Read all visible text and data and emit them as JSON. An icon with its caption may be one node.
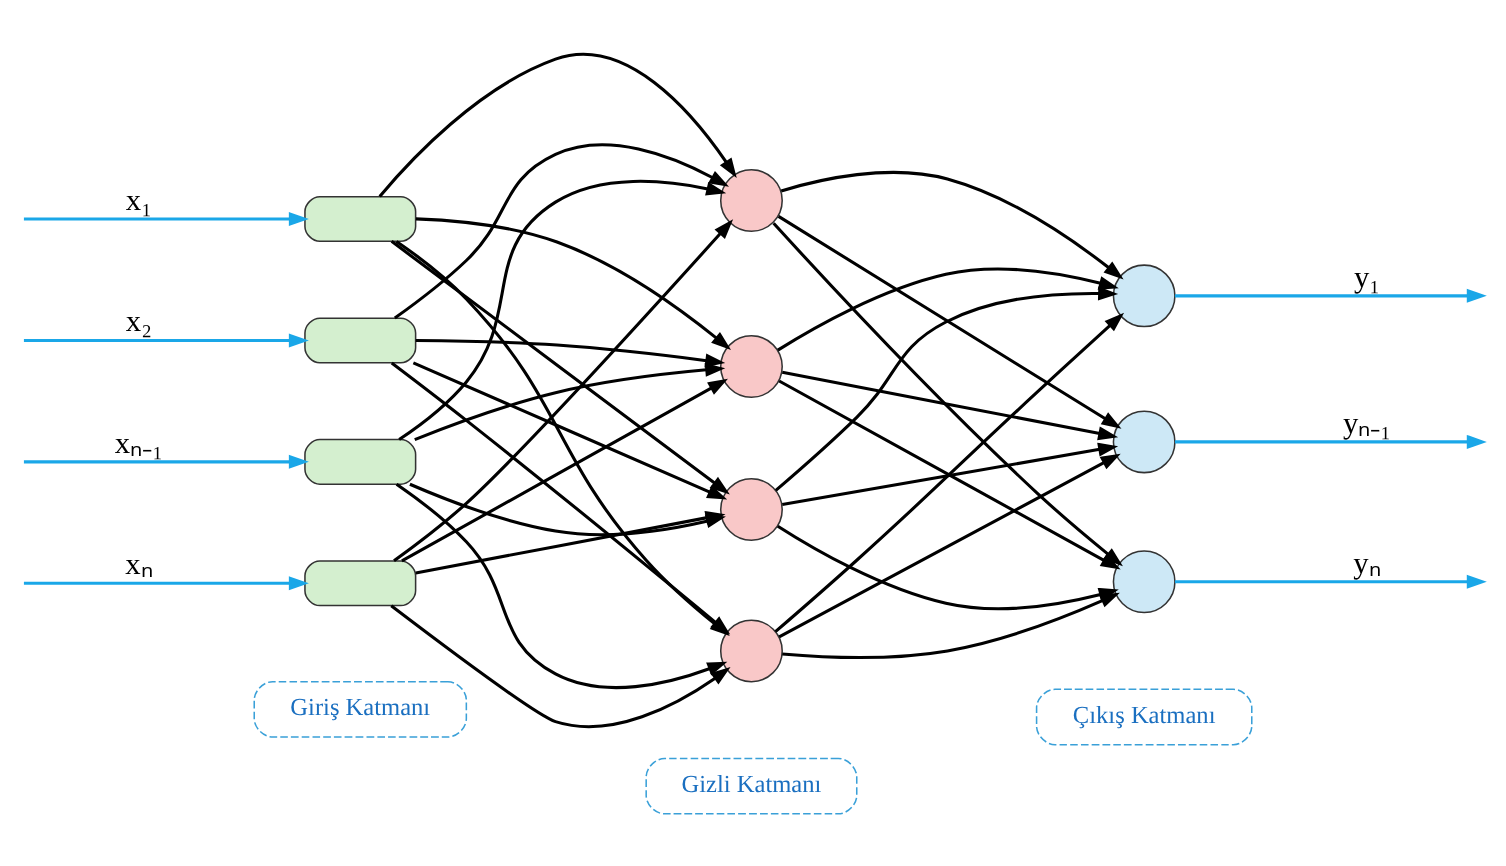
{
  "diagram": {
    "nodes": [
      {
        "text": [],
        "shape": "box"
      },
      {
        "text": [],
        "shape": "box"
      },
      {
        "text": [],
        "shape": "box"
      },
      {
        "text": [],
        "shape": "box"
      },
      {
        "text": [],
        "shape": "circle"
      },
      {
        "text": [],
        "shape": "circle"
      },
      {
        "text": [],
        "shape": "circle"
      },
      {
        "text": [],
        "shape": "circle"
      },
      {
        "text": [],
        "shape": "circle"
      },
      {
        "text": [],
        "shape": "circle"
      },
      {
        "text": [],
        "shape": "circle"
      },
      {
        "text": [
          "Giriş Katmanı"
        ]
      },
      {
        "text": [
          "Gizli Katmanı"
        ]
      },
      {
        "text": [
          "Çıkış Katmanı"
        ]
      }
    ],
    "edges": [
      {
        "from": null,
        "to": 0,
        "arrow": "to",
        "label": "x₁",
        "color": "#1aa7e8"
      },
      {
        "from": null,
        "to": 1,
        "arrow": "to",
        "label": "x₂",
        "color": "#1aa7e8"
      },
      {
        "from": null,
        "to": 2,
        "arrow": "to",
        "label": "xₙ₋₁",
        "color": "#1aa7e8"
      },
      {
        "from": null,
        "to": 3,
        "arrow": "to",
        "label": "xₙ",
        "color": "#1aa7e8"
      },
      {
        "from": 0,
        "to": 4,
        "arrow": "to"
      },
      {
        "from": 0,
        "to": 5,
        "arrow": "to"
      },
      {
        "from": 0,
        "to": 6,
        "arrow": "to"
      },
      {
        "from": 0,
        "to": 7,
        "arrow": "to"
      },
      {
        "from": 1,
        "to": 4,
        "arrow": "to"
      },
      {
        "from": 1,
        "to": 5,
        "arrow": "to"
      },
      {
        "from": 1,
        "to": 6,
        "arrow": "to"
      },
      {
        "from": 1,
        "to": 7,
        "arrow": "to"
      },
      {
        "from": 2,
        "to": 4,
        "arrow": "to"
      },
      {
        "from": 2,
        "to": 5,
        "arrow": "to"
      },
      {
        "from": 2,
        "to": 6,
        "arrow": "to"
      },
      {
        "from": 2,
        "to": 7,
        "arrow": "to"
      },
      {
        "from": 3,
        "to": 4,
        "arrow": "to"
      },
      {
        "from": 3,
        "to": 5,
        "arrow": "to"
      },
      {
        "from": 3,
        "to": 6,
        "arrow": "to"
      },
      {
        "from": 3,
        "to": 7,
        "arrow": "to"
      },
      {
        "from": 4,
        "to": 8,
        "arrow": "to"
      },
      {
        "from": 4,
        "to": 9,
        "arrow": "to"
      },
      {
        "from": 4,
        "to": 10,
        "arrow": "to"
      },
      {
        "from": 5,
        "to": 8,
        "arrow": "to"
      },
      {
        "from": 5,
        "to": 9,
        "arrow": "to"
      },
      {
        "from": 5,
        "to": 10,
        "arrow": "to"
      },
      {
        "from": 6,
        "to": 8,
        "arrow": "to"
      },
      {
        "from": 6,
        "to": 9,
        "arrow": "to"
      },
      {
        "from": 6,
        "to": 10,
        "arrow": "to"
      },
      {
        "from": 7,
        "to": 8,
        "arrow": "to"
      },
      {
        "from": 7,
        "to": 9,
        "arrow": "to"
      },
      {
        "from": 7,
        "to": 10,
        "arrow": "to"
      },
      {
        "from": 8,
        "to": null,
        "arrow": "to",
        "label": "y₁",
        "color": "#1aa7e8"
      },
      {
        "from": 9,
        "to": null,
        "arrow": "to",
        "label": "yₙ₋₁",
        "color": "#1aa7e8"
      },
      {
        "from": 10,
        "to": null,
        "arrow": "to",
        "label": "yₙ",
        "color": "#1aa7e8"
      }
    ]
  }
}
